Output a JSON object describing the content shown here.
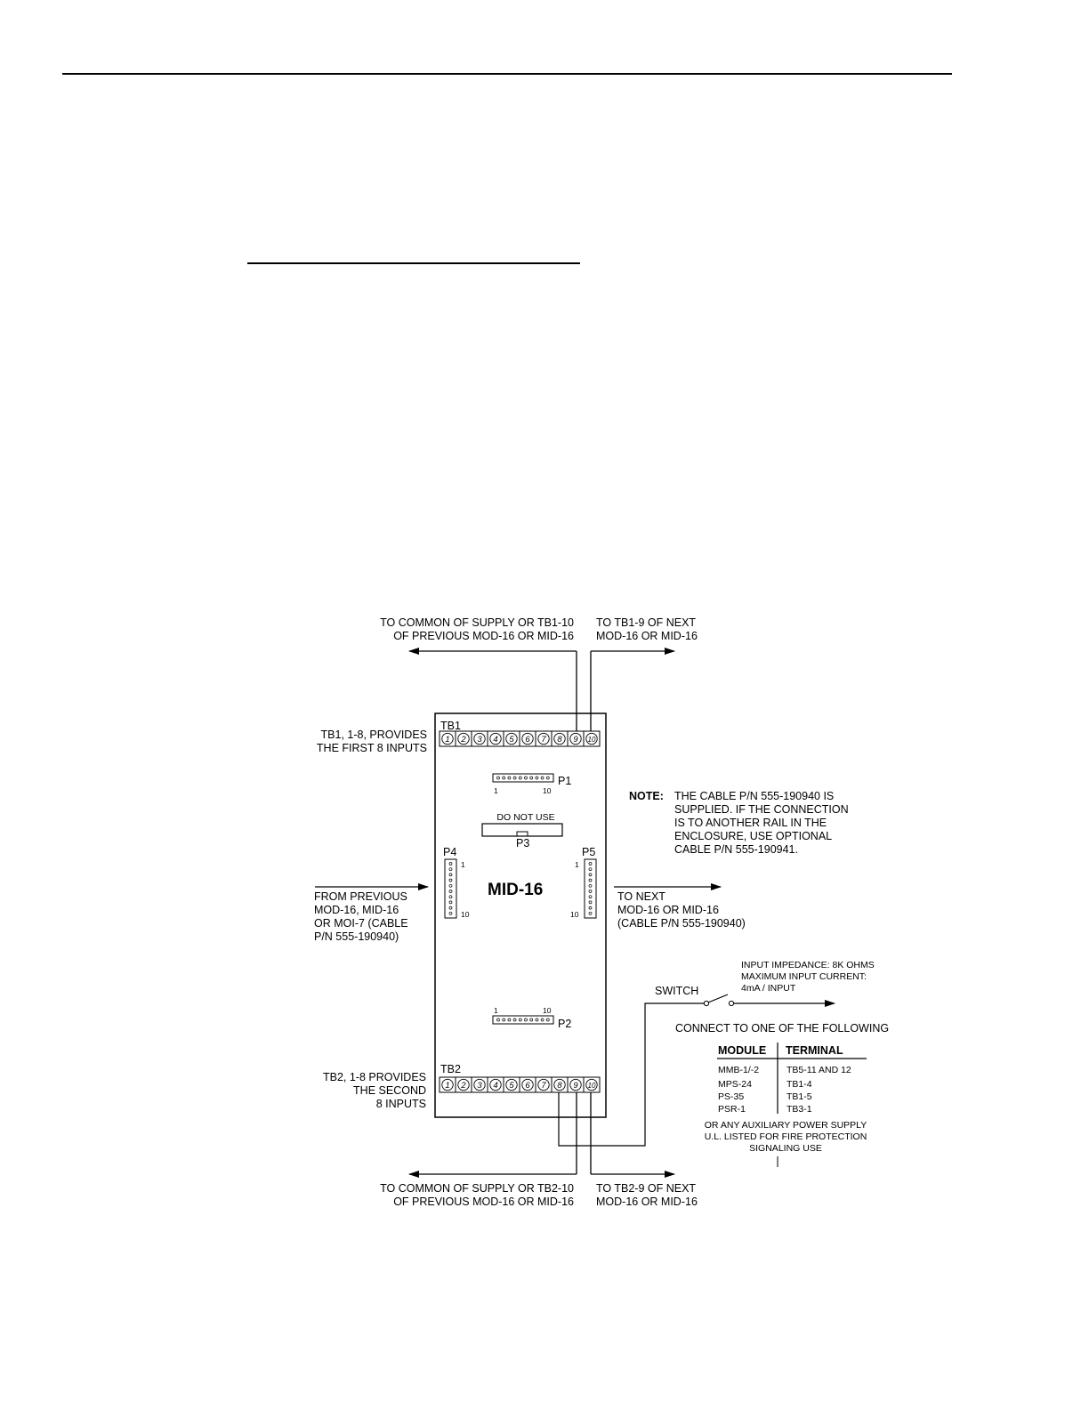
{
  "module": {
    "name": "MID-16",
    "tb1": "TB1",
    "tb2": "TB2",
    "terminals": [
      "1",
      "2",
      "3",
      "4",
      "5",
      "6",
      "7",
      "8",
      "9",
      "10"
    ],
    "p1": "P1",
    "p2": "P2",
    "p3": "P3",
    "p4": "P4",
    "p5": "P5",
    "pin_first": "1",
    "pin_last": "10",
    "do_not_use": "DO NOT USE"
  },
  "labels": {
    "top_left": [
      "TO COMMON OF SUPPLY OR TB1-10",
      "OF PREVIOUS MOD-16 OR MID-16"
    ],
    "top_right": [
      "TO TB1-9 OF NEXT",
      "MOD-16 OR MID-16"
    ],
    "tb1_desc": [
      "TB1, 1-8, PROVIDES",
      "THE FIRST 8 INPUTS"
    ],
    "tb2_desc": [
      "TB2, 1-8 PROVIDES",
      "THE SECOND",
      "8 INPUTS"
    ],
    "from_prev": [
      "FROM PREVIOUS",
      "MOD-16, MID-16",
      "OR MOI-7 (CABLE",
      "P/N 555-190940)"
    ],
    "to_next": [
      "TO NEXT",
      "MOD-16 OR MID-16",
      "(CABLE P/N 555-190940)"
    ],
    "bottom_left": [
      "TO COMMON OF SUPPLY OR TB2-10",
      "OF PREVIOUS MOD-16 OR MID-16"
    ],
    "bottom_right": [
      "TO TB2-9 OF NEXT",
      "MOD-16 OR MID-16"
    ],
    "switch": "SWITCH",
    "impedance": [
      "INPUT IMPEDANCE: 8K OHMS",
      "MAXIMUM INPUT CURRENT:",
      "4mA / INPUT"
    ]
  },
  "note": {
    "heading": "NOTE:",
    "lines": [
      "THE CABLE P/N 555-190940 IS",
      "SUPPLIED. IF THE CONNECTION",
      "IS TO ANOTHER RAIL IN THE",
      "ENCLOSURE, USE OPTIONAL",
      "CABLE P/N 555-190941."
    ]
  },
  "connect_table": {
    "title": "CONNECT TO ONE OF THE FOLLOWING",
    "headers": [
      "MODULE",
      "TERMINAL"
    ],
    "rows": [
      [
        "MMB-1/-2",
        "TB5-11 AND 12"
      ],
      [
        "MPS-24",
        "TB1-4"
      ],
      [
        "PS-35",
        "TB1-5"
      ],
      [
        "PSR-1",
        "TB3-1"
      ]
    ],
    "footer": [
      "OR ANY AUXILIARY POWER SUPPLY",
      "U.L. LISTED FOR FIRE PROTECTION",
      "SIGNALING USE"
    ]
  }
}
